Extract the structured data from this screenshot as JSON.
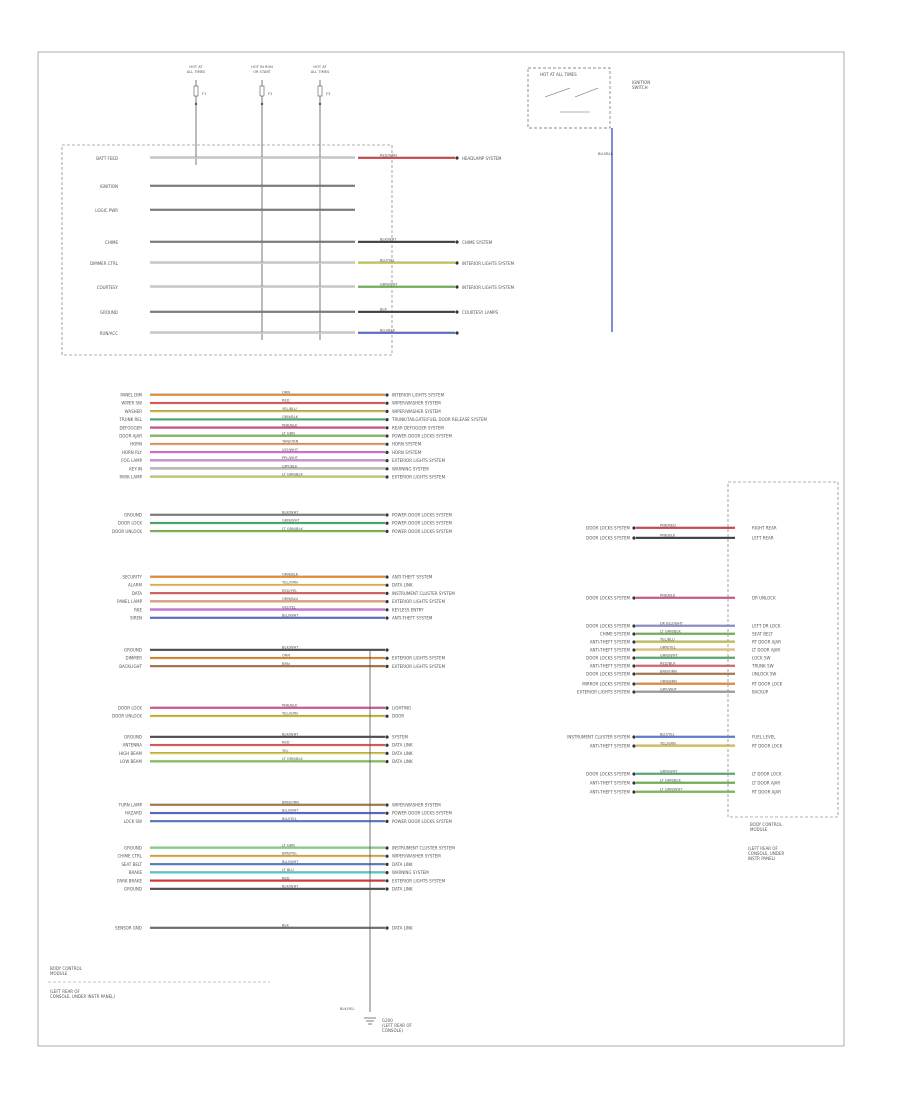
{
  "diagram": {
    "footer_code": "",
    "fuses": [
      {
        "label_lines": [
          "HOT AT",
          "ALL TIMES"
        ],
        "fuse": "F1"
      },
      {
        "label_lines": [
          "HOT IN RUN",
          "OR START"
        ],
        "fuse": "F2"
      },
      {
        "label_lines": [
          "HOT AT",
          "ALL TIMES"
        ],
        "fuse": "F3"
      }
    ],
    "ignition_switch": {
      "label_lines": [
        "IGNITION",
        "SWITCH"
      ],
      "inner_label": "HOT AT ALL TIMES",
      "wire_color": "BLU/BLK"
    },
    "bcm_label_lines": [
      "BODY CONTROL",
      "MODULE"
    ],
    "bcm_location_lines": [
      "(LEFT REAR OF",
      "CONSOLE, UNDER INSTR PANEL)"
    ],
    "module_label_lines": [
      "BODY CONTROL",
      "MODULE"
    ],
    "module_location_lines": [
      "(LEFT REAR OF",
      "CONSOLE, UNDER",
      "INSTR PANEL)"
    ],
    "ground_wire": "BLK/YEL",
    "ground_label_lines": [
      "G200",
      "(LEFT REAR OF",
      "CONSOLE)"
    ],
    "top_rows": [
      {
        "pin": "BATT FEED",
        "color": "#d33b3b",
        "wire": "RED/GRN",
        "dest": "HEADLAMP SYSTEM"
      },
      {
        "pin": "IGNITION",
        "color": "#333333",
        "wire": "",
        "dest": ""
      },
      {
        "pin": "LOGIC PWR",
        "color": "#333333",
        "wire": "",
        "dest": ""
      },
      {
        "pin": "CHIME",
        "color": "#333333",
        "wire": "BLK/WHT",
        "dest": "CHIME SYSTEM"
      },
      {
        "pin": "DIMMER CTRL",
        "color": "#c5c94a",
        "wire": "BLU/YEL",
        "dest": "INTERIOR LIGHTS SYSTEM"
      },
      {
        "pin": "COURTESY",
        "color": "#66b24a",
        "wire": "GRN/WHT",
        "dest": "INTERIOR LIGHTS SYSTEM"
      },
      {
        "pin": "GROUND",
        "color": "#333333",
        "wire": "BLK",
        "dest": "COURTESY LAMPS"
      },
      {
        "pin": "RUN/ACC",
        "color": "#5566cc",
        "wire": "BLU/BLK",
        "dest": ""
      }
    ],
    "left_groups": [
      {
        "rows": [
          {
            "pin": "PANEL DIM",
            "color": "#e8892c",
            "wire": "ORN",
            "dest": "INTERIOR LIGHTS SYSTEM"
          },
          {
            "pin": "WIPER SW",
            "color": "#e25a5a",
            "wire": "RED",
            "dest": "WIPER/WASHER SYSTEM"
          },
          {
            "pin": "WASHER",
            "color": "#c8c03a",
            "wire": "YEL/BLU",
            "dest": "WIPER/WASHER SYSTEM"
          },
          {
            "pin": "TRUNK REL",
            "color": "#4aaa6a",
            "wire": "GRN/BLK",
            "dest": "TRUNK/TAILGATE/FUEL DOOR RELEASE SYSTEM"
          },
          {
            "pin": "DEFOGGER",
            "color": "#d94a8a",
            "wire": "PNK/BLK",
            "dest": "REAR DEFOGGER SYSTEM"
          },
          {
            "pin": "DOOR AJAR",
            "color": "#7ab84a",
            "wire": "LT GRN",
            "dest": "POWER DOOR LOCKS SYSTEM"
          },
          {
            "pin": "HORN",
            "color": "#ee9a6a",
            "wire": "TAN/ORN",
            "dest": "HORN SYSTEM"
          },
          {
            "pin": "HORN RLY",
            "color": "#e06ad8",
            "wire": "VIO/WHT",
            "dest": "HORN SYSTEM"
          },
          {
            "pin": "FOG LAMP",
            "color": "#cc88dd",
            "wire": "PPL/WHT",
            "dest": "EXTERIOR LIGHTS SYSTEM"
          },
          {
            "pin": "KEY-IN",
            "color": "#bbbbbb",
            "wire": "GRY/BLK",
            "dest": "WARNING SYSTEM"
          },
          {
            "pin": "PARK LAMP",
            "color": "#b8d06a",
            "wire": "LT GRN/BLK",
            "dest": "EXTERIOR LIGHTS SYSTEM"
          }
        ]
      },
      {
        "rows": [
          {
            "pin": "GROUND",
            "color": "#777777",
            "wire": "BLK/WHT",
            "dest": "POWER DOOR LOCKS SYSTEM"
          },
          {
            "pin": "DOOR LOCK",
            "color": "#4aaa6a",
            "wire": "GRN/WHT",
            "dest": "POWER DOOR LOCKS SYSTEM"
          },
          {
            "pin": "DOOR UNLOCK",
            "color": "#7ab84a",
            "wire": "LT GRN/BLK",
            "dest": "POWER DOOR LOCKS SYSTEM"
          }
        ]
      },
      {
        "rows": [
          {
            "pin": "SECURITY",
            "color": "#e8892c",
            "wire": "ORN/BLK",
            "dest": "ANTI-THEFT SYSTEM"
          },
          {
            "pin": "ALARM",
            "color": "#eec66a",
            "wire": "YEL/ORN",
            "dest": "DATA LINK"
          },
          {
            "pin": "DATA",
            "color": "#e25a5a",
            "wire": "RED/YEL",
            "dest": "INSTRUMENT CLUSTER SYSTEM"
          },
          {
            "pin": "PANEL LAMP",
            "color": "#ee9a6a",
            "wire": "ORN/BLU",
            "dest": "EXTERIOR LIGHTS SYSTEM"
          },
          {
            "pin": "RKE",
            "color": "#d06ae0",
            "wire": "VIO/YEL",
            "dest": "KEYLESS ENTRY"
          },
          {
            "pin": "SIREN",
            "color": "#5566cc",
            "wire": "BLU/WHT",
            "dest": "ANTI-THEFT SYSTEM"
          }
        ]
      },
      {
        "rows": [
          {
            "pin": "GROUND",
            "color": "#444444",
            "wire": "BLK/WHT",
            "dest": ""
          },
          {
            "pin": "DIMMER",
            "color": "#e8892c",
            "wire": "ORN",
            "dest": "EXTERIOR LIGHTS SYSTEM"
          },
          {
            "pin": "BACKLIGHT",
            "color": "#a87040",
            "wire": "BRN",
            "dest": "EXTERIOR LIGHTS SYSTEM"
          }
        ]
      },
      {
        "rows": [
          {
            "pin": "DOOR LOCK",
            "color": "#d94a8a",
            "wire": "PNK/BLK",
            "dest": "LIGHTING"
          },
          {
            "pin": "DOOR UNLOCK",
            "color": "#c8c03a",
            "wire": "YEL/GRN",
            "dest": "DOOR"
          }
        ]
      },
      {
        "rows": [
          {
            "pin": "GROUND",
            "color": "#444444",
            "wire": "BLK/WHT",
            "dest": "SYSTEM"
          },
          {
            "pin": "ANTENNA",
            "color": "#e25a5a",
            "wire": "RED",
            "dest": "DATA LINK"
          },
          {
            "pin": "HIGH BEAM",
            "color": "#d8d040",
            "wire": "YEL",
            "dest": "DATA LINK"
          },
          {
            "pin": "LOW BEAM",
            "color": "#7ac84a",
            "wire": "LT GRN/BLK",
            "dest": "DATA LINK"
          }
        ]
      },
      {
        "rows": [
          {
            "pin": "TURN LAMP",
            "color": "#a87040",
            "wire": "BRN/ORN",
            "dest": "WIPER/WASHER SYSTEM"
          },
          {
            "pin": "HAZARD",
            "color": "#5566cc",
            "wire": "BLU/WHT",
            "dest": "POWER DOOR LOCKS SYSTEM"
          },
          {
            "pin": "LOCK SW",
            "color": "#5577cc",
            "wire": "BLU/YEL",
            "dest": "POWER DOOR LOCKS SYSTEM"
          }
        ]
      },
      {
        "rows": [
          {
            "pin": "GROUND",
            "color": "#7ad87a",
            "wire": "LT GRN",
            "dest": "INSTRUMENT CLUSTER SYSTEM"
          },
          {
            "pin": "CHIME CTRL",
            "color": "#e8b04a",
            "wire": "BRN/YEL",
            "dest": "WIPER/WASHER SYSTEM"
          },
          {
            "pin": "SEAT BELT",
            "color": "#5577cc",
            "wire": "BLU/WHT",
            "dest": "DATA LINK"
          },
          {
            "pin": "BRAKE",
            "color": "#4acaca",
            "wire": "LT BLU",
            "dest": "WARNING SYSTEM"
          },
          {
            "pin": "PARK BRAKE",
            "color": "#d33b3b",
            "wire": "RED",
            "dest": "EXTERIOR LIGHTS SYSTEM"
          },
          {
            "pin": "GROUND",
            "color": "#444444",
            "wire": "BLK/WHT",
            "dest": "DATA LINK"
          }
        ]
      },
      {
        "rows": [
          {
            "pin": "SENSOR GND",
            "color": "#666666",
            "wire": "BLK",
            "dest": "DATA LINK"
          }
        ]
      }
    ],
    "right_rows": [
      {
        "src": "DOOR LOCKS SYSTEM",
        "color": "#d33b3b",
        "wire": "PNK/RED",
        "pin": "RIGHT REAR"
      },
      {
        "src": "DOOR LOCKS SYSTEM",
        "color": "#333333",
        "wire": "PNK/BLK",
        "pin": "LEFT REAR"
      },
      {
        "src": "DOOR LOCKS SYSTEM",
        "color": "#d94a8a",
        "wire": "PNK/BLK",
        "pin": "DR UNLOCK"
      },
      {
        "src": "DOOR LOCKS SYSTEM",
        "color": "#8888dd",
        "wire": "DK BLU/WHT",
        "pin": "LEFT DR LOCK"
      },
      {
        "src": "CHIME SYSTEM",
        "color": "#66b24a",
        "wire": "LT GRN/BLK",
        "pin": "SEAT BELT"
      },
      {
        "src": "ANTI-THEFT SYSTEM",
        "color": "#c8c03a",
        "wire": "YEL/BLU",
        "pin": "RT DOOR AJAR"
      },
      {
        "src": "ANTI-THEFT SYSTEM",
        "color": "#eec66a",
        "wire": "ORN/YEL",
        "pin": "LT DOOR AJAR"
      },
      {
        "src": "DOOR LOCKS SYSTEM",
        "color": "#4aaa6a",
        "wire": "GRN/WHT",
        "pin": "LOCK SW"
      },
      {
        "src": "ANTI-THEFT SYSTEM",
        "color": "#e25a5a",
        "wire": "RED/BLK",
        "pin": "TRUNK SW"
      },
      {
        "src": "DOOR LOCKS SYSTEM",
        "color": "#a87040",
        "wire": "BRN/ORN",
        "pin": "UNLOCK SW"
      },
      {
        "src": "MIRROR LOCKS SYSTEM",
        "color": "#e8892c",
        "wire": "ORN/BRN",
        "pin": "RT DOOR LOCK"
      },
      {
        "src": "EXTERIOR LIGHTS SYSTEM",
        "color": "#999999",
        "wire": "GRY/WHT",
        "pin": "BACKUP"
      },
      {
        "src": "INSTRUMENT CLUSTER SYSTEM",
        "color": "#5577cc",
        "wire": "BLU/YEL",
        "pin": "FUEL LEVEL"
      },
      {
        "src": "ANTI-THEFT SYSTEM",
        "color": "#d8c040",
        "wire": "YEL/GRN",
        "pin": "RT DOOR LOCK"
      },
      {
        "src": "DOOR LOCKS SYSTEM",
        "color": "#4aaa6a",
        "wire": "GRN/WHT",
        "pin": "LT DOOR LOCK"
      },
      {
        "src": "ANTI-THEFT SYSTEM",
        "color": "#66b24a",
        "wire": "LT GRN/BLK",
        "pin": "LT DOOR AJAR"
      },
      {
        "src": "ANTI-THEFT SYSTEM",
        "color": "#7ab84a",
        "wire": "LT GRN/WHT",
        "pin": "RT DOOR AJAR"
      }
    ]
  }
}
